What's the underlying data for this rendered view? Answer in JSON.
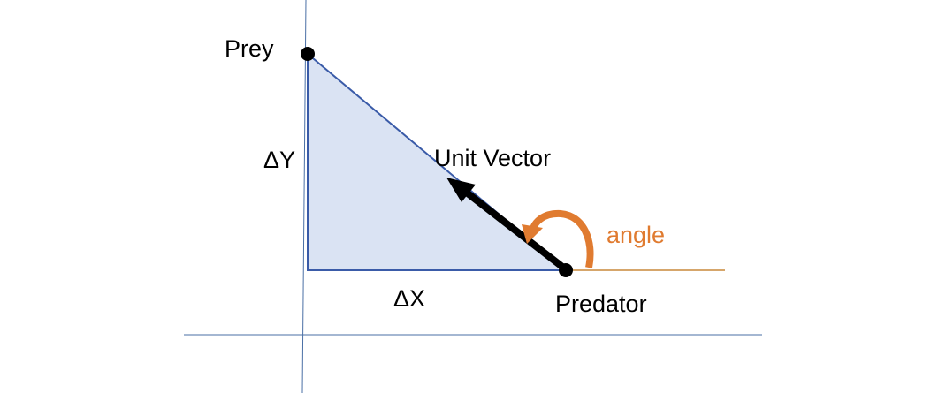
{
  "labels": {
    "prey": "Prey",
    "delta_y": "ΔY",
    "delta_x": "ΔX",
    "unit_vector": "Unit Vector",
    "angle": "angle",
    "predator": "Predator"
  },
  "colors": {
    "axis": "#4a6fa5",
    "triangle_fill": "#dae3f3",
    "triangle_stroke": "#3a5ba8",
    "vector": "#000000",
    "angle_arrow": "#e07b30",
    "reference_line": "#c9883a",
    "point": "#000000"
  }
}
